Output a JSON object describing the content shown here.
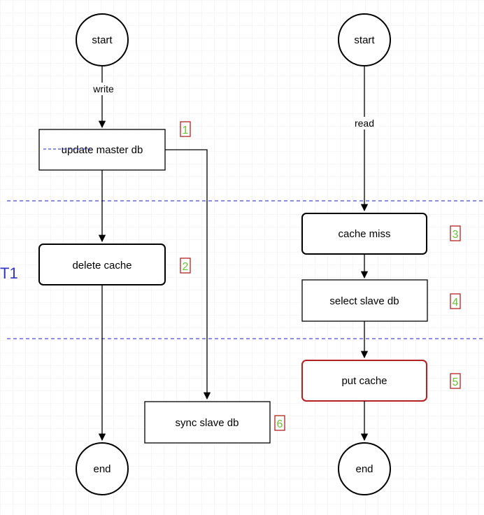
{
  "colors": {
    "background": "#ffffff",
    "grid": "#e2e2e2",
    "stroke": "#000000",
    "dashed_line": "#4a4acd",
    "t1_label": "#3434c8",
    "badge_text": "#6cbf3a",
    "badge_border": "#b22222",
    "highlight_border": "#b22222"
  },
  "diagram": {
    "write_flow": {
      "start": "start",
      "edge_label": "write",
      "update_master": "update master db",
      "delete_cache": "delete cache",
      "sync_slave": "sync slave db",
      "end": "end"
    },
    "read_flow": {
      "start": "start",
      "edge_label": "read",
      "cache_miss": "cache miss",
      "select_slave": "select slave db",
      "put_cache": "put cache",
      "end": "end"
    },
    "time_label": "T1",
    "badges": {
      "update_master": "1",
      "delete_cache": "2",
      "cache_miss": "3",
      "select_slave": "4",
      "put_cache": "5",
      "sync_slave": "6"
    }
  }
}
